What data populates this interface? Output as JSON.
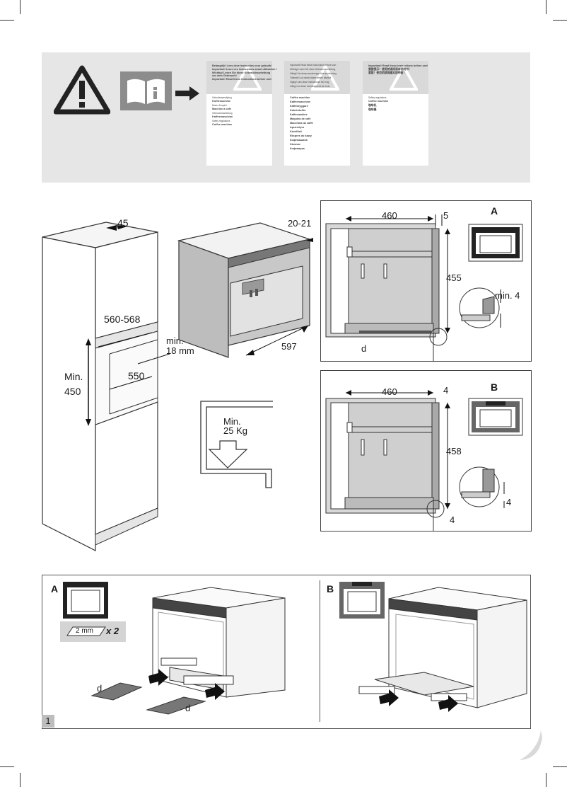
{
  "banner": {
    "booklets": [
      {
        "lines": [
          "Belangrijk! Lees deze instructies voor gebruik!",
          "Important! Lisez ces instructions avant utilisation !",
          "Wichtig! Lesen Sie diese Gebrauchsanleitung",
          "vor dem Gebrauch!",
          "Important! Read these instructions before use!"
        ],
        "items": [
          "Gebruiksaanwijzing",
          "Koffiemachine",
          "Mode d'emploi",
          "Machine à café",
          "Gebrauchsanleitung",
          "Kaffeemaschine",
          "Safety regulations",
          "Coffee machine"
        ]
      },
      {
        "lines": [
          "Important! Read these instructions before use!",
          "Wichtig! Lesen Sie diese Gebrauchsanleitung",
          "Viktigt! Läs dessa anvisningar före användning",
          "Tärkeää! Lue nämä ohjeet ennen käyttöä",
          "Vigtigt! Læs disse instruktioner før brug",
          "Viktig! Les disse instruksjonene før bruk"
        ],
        "items": [
          "Coffee machine",
          "Kaffeemaschine",
          "Kaffebryggare",
          "Kahvinkeitin",
          "Kaffemaskine",
          "Máquina de café",
          "Macchina da caffè",
          "Αρεσσόγια",
          "Kávéfőző",
          "Ekspres do kawy",
          "Кофемашина",
          "Kávovar",
          "Кофеварка"
        ]
      },
      {
        "lines": [
          "Important! Read these instructions before use!",
          "重要提示！使用前请阅读本说明书！",
          "重要！使用前請閱讀本說明書！"
        ],
        "items": [
          "Safety regulations",
          "Coffee machine",
          "咖啡机",
          "咖啡機"
        ]
      }
    ]
  },
  "cabinet": {
    "dim_top": "45",
    "dim_width": "560-568",
    "dim_min_label": "min.",
    "dim_min_value": "18 mm",
    "dim_height_label": "Min.",
    "dim_height_value": "450",
    "dim_depth": "550"
  },
  "machine": {
    "dim_side": "20-21",
    "dim_depth": "597"
  },
  "weight": {
    "label": "Min.",
    "value": "25 Kg"
  },
  "panel_a": {
    "tag": "A",
    "dim_depth": "460",
    "dim_gap": "5",
    "dim_height": "455",
    "dim_min": "min. 4",
    "label_d": "d"
  },
  "panel_b": {
    "tag": "B",
    "dim_depth": "460",
    "dim_gap": "4",
    "dim_height": "458",
    "dim_side": "4",
    "dim_bottom": "4"
  },
  "install": {
    "tag_a": "A",
    "tag_b": "B",
    "spacer_label": "2 mm",
    "spacer_qty": "x 2",
    "label_d1": "d",
    "label_d2": "d",
    "page": "1"
  }
}
